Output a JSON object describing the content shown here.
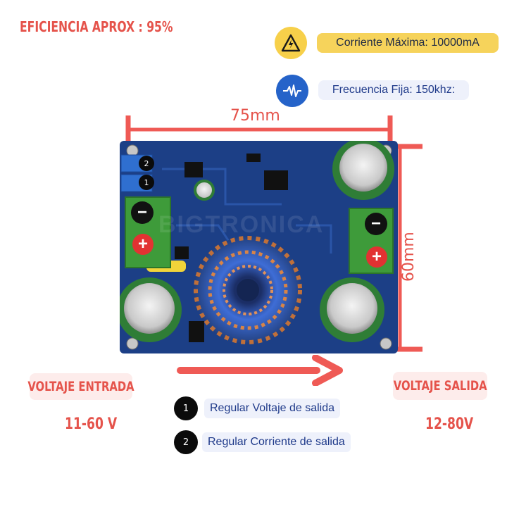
{
  "efficiency": "EFICIENCIA APROX : 95%",
  "specs": {
    "current": {
      "icon": "warning-icon",
      "label": "Corriente Máxima: 10000mA"
    },
    "frequency": {
      "icon": "waveform-icon",
      "label": "Frecuencia Fija: 150khz:"
    }
  },
  "dimensions": {
    "width": "75mm",
    "height": "60mm"
  },
  "input": {
    "label": "VOLTAJE ENTRADA",
    "value": "11-60 V"
  },
  "output": {
    "label": "VOLTAJE SALIDA",
    "value": "12-80V"
  },
  "legend": [
    {
      "num": "1",
      "text": "Regular Voltaje de salida"
    },
    {
      "num": "2",
      "text": "Regular Corriente de salida"
    }
  ],
  "board": {
    "pot_labels": [
      "2",
      "1"
    ],
    "terminal_signs": [
      "−",
      "+",
      "−",
      "+"
    ],
    "watermark": "BIGTRONICA"
  },
  "colors": {
    "accent": "#e5534b",
    "board": "#1c3f86",
    "terminal": "#3e9b3a",
    "yellow": "#f7d04a",
    "blue_icon": "#2563c9"
  }
}
